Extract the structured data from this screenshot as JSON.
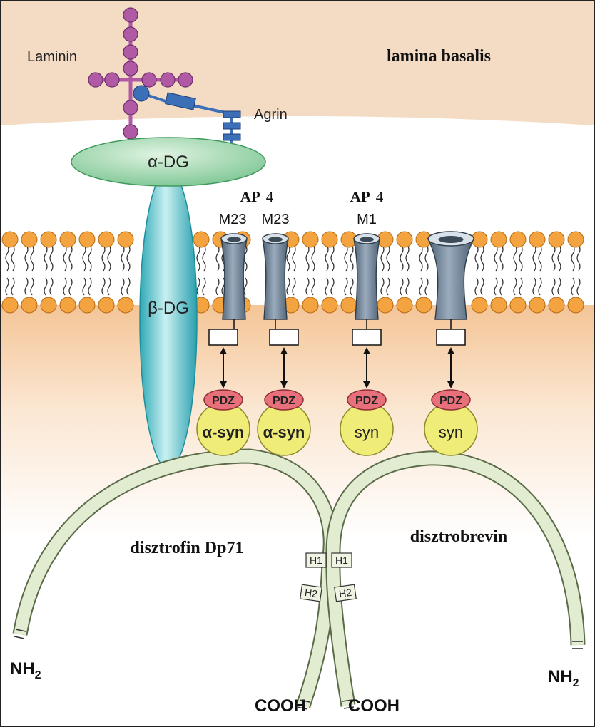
{
  "labels": {
    "laminin": "Laminin",
    "lamina_basalis": "lamina basalis",
    "agrin": "Agrin",
    "alpha_dg": "α-DG",
    "beta_dg": "β-DG",
    "channel_groups": [
      {
        "ap": "AP",
        "ap_num": "4",
        "names": [
          "M23",
          "M23"
        ]
      },
      {
        "ap": "AP",
        "ap_num": "4",
        "names": [
          "M1"
        ]
      }
    ],
    "pdz": "PDZ",
    "syntrophins": [
      "α-syn",
      "α-syn",
      "syn",
      "syn"
    ],
    "dystrophin": "disztrofin Dp71",
    "dystrobrevin": "disztrobrevin",
    "h1": "H1",
    "h2": "H2",
    "nh2_main": "NH",
    "nh2_sub": "2",
    "cooh": "COOH"
  },
  "colors": {
    "lamina": "#f4dcc4",
    "cytoplasm_band": "#f4c99a",
    "laminin": "#b05aa5",
    "agrin": "#3b6fb8",
    "alpha_dg": "#8fd0a0",
    "beta_dg": "#5cc6cf",
    "lipid_head": "#f3a340",
    "channel": "#6b7f94",
    "pdz": "#e8707a",
    "syn": "#f0ec78",
    "filament": "#e2ecd0"
  }
}
